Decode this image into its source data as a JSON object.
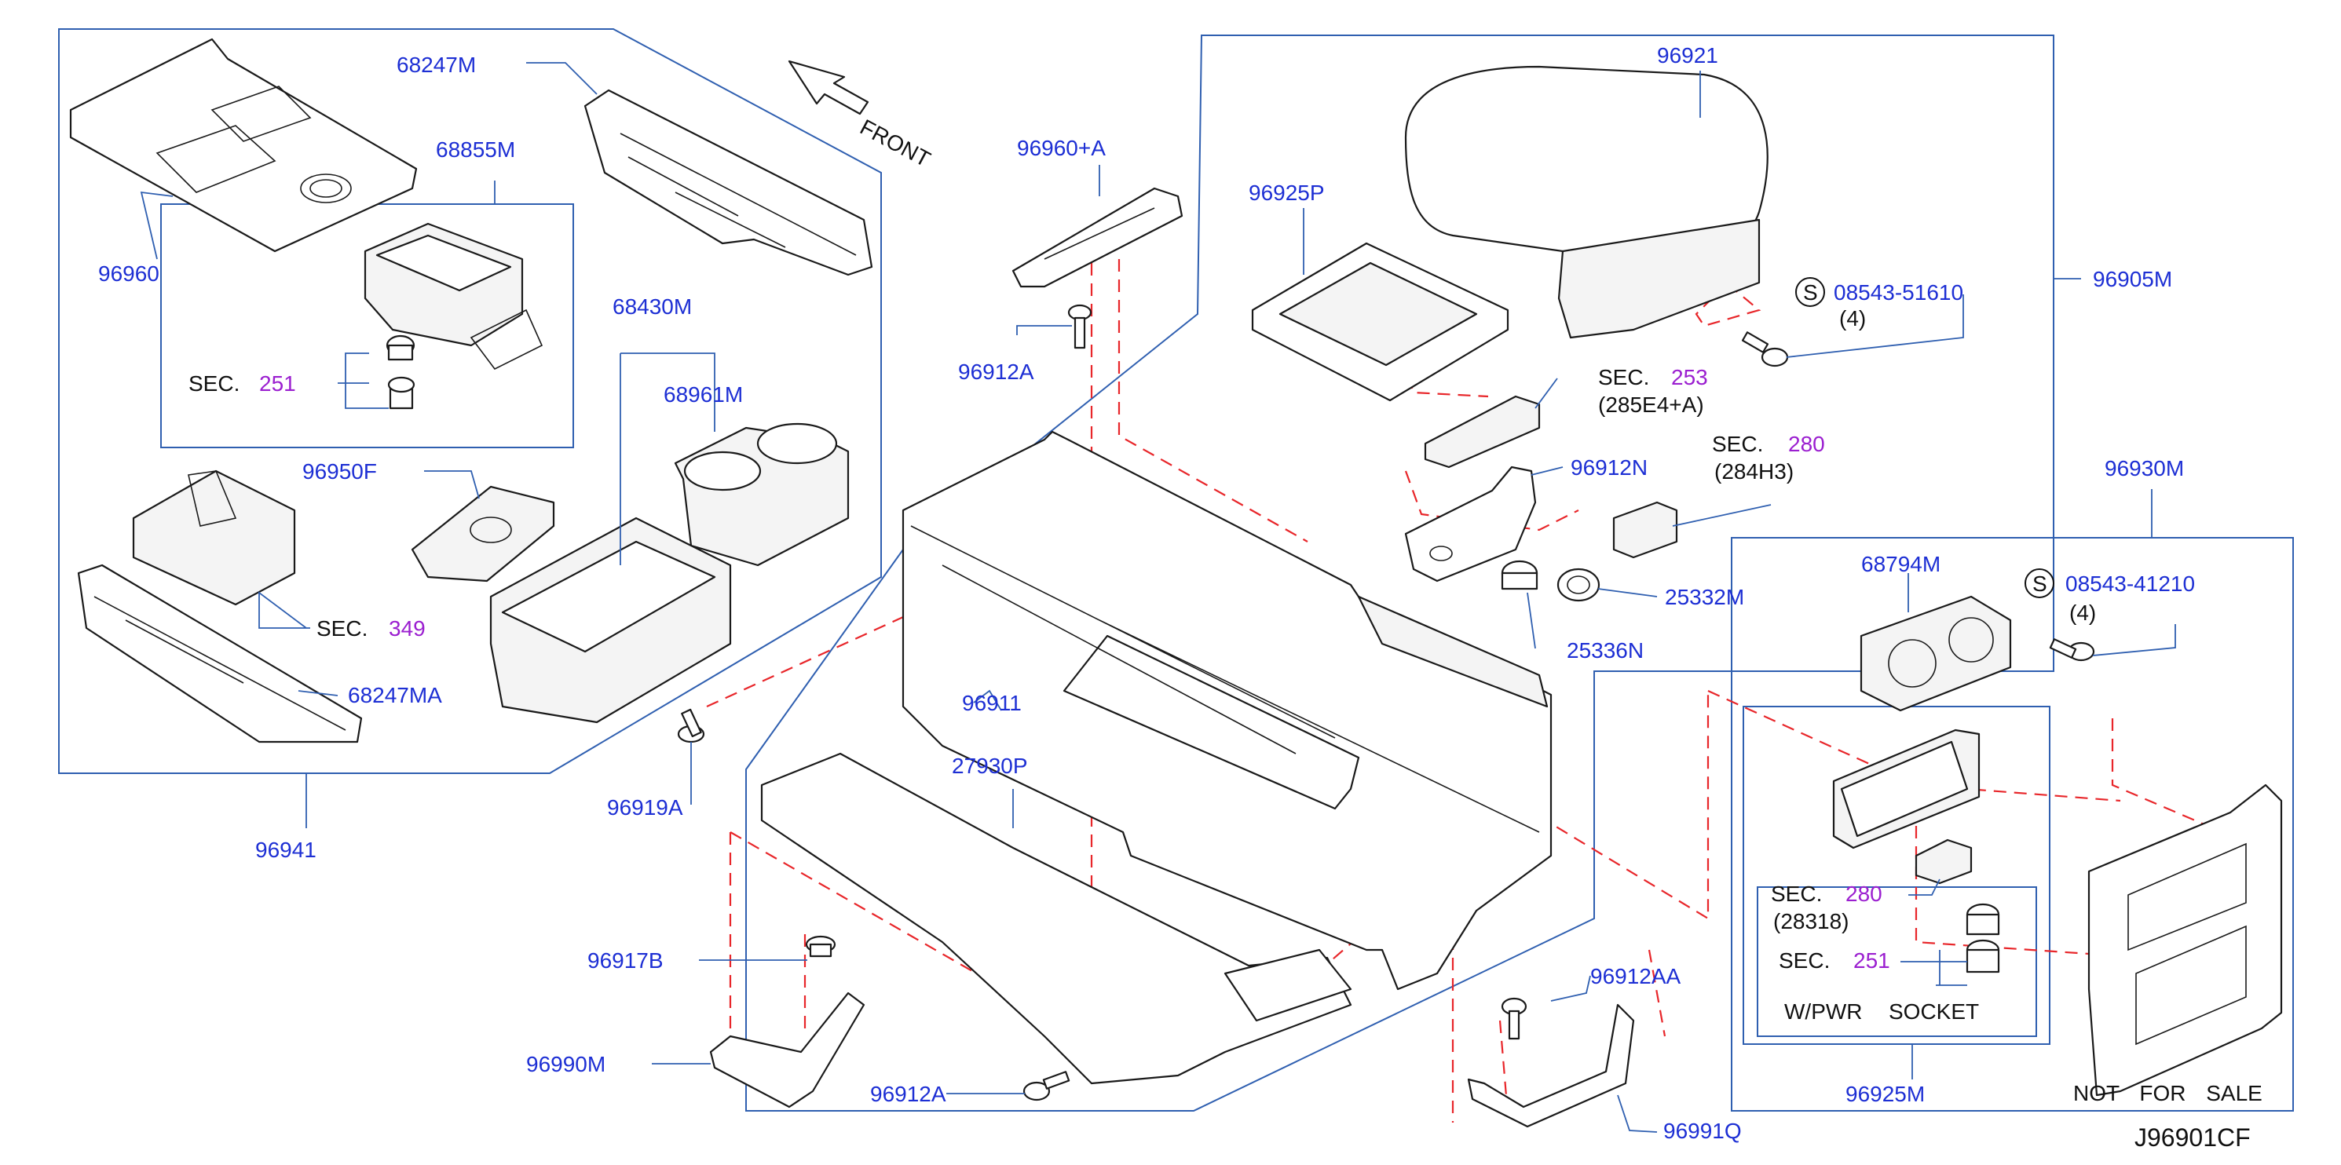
{
  "diagram_id": "J96901CF",
  "front_label": "FRONT",
  "footer_note": "NOT FOR SALE",
  "labels": {
    "p96960": "96960",
    "p68247M": "68247M",
    "p68855M": "68855M",
    "sec251_a": "SEC.",
    "sec251_a_num": "251",
    "p96950F": "96950F",
    "p68430M": "68430M",
    "p68961M": "68961M",
    "sec349": "SEC.",
    "sec349_num": "349",
    "p68247MA": "68247MA",
    "p96941": "96941",
    "p96960A": "96960+A",
    "p96912A_top": "96912A",
    "p96919A": "96919A",
    "p96911": "96911",
    "p27930P": "27930P",
    "p96917B": "96917B",
    "p96990M": "96990M",
    "p96912A_bot": "96912A",
    "p96921": "96921",
    "p96925P": "96925P",
    "s_bolt1": "08543-51610",
    "s_bolt1_qty": "(4)",
    "p96905M": "96905M",
    "sec253": "SEC.",
    "sec253_num": "253",
    "sec253_sub": "(285E4+A)",
    "p96912N": "96912N",
    "sec280_a": "SEC.",
    "sec280_a_num": "280",
    "sec280_a_sub": "(284H3)",
    "p25332M": "25332M",
    "p25336N": "25336N",
    "p96930M": "96930M",
    "p68794M": "68794M",
    "s_bolt2": "08543-41210",
    "s_bolt2_qty": "(4)",
    "sec280_b": "SEC.",
    "sec280_b_num": "280",
    "sec280_b_sub": "(28318)",
    "sec251_b": "SEC.",
    "sec251_b_num": "251",
    "pwr_socket": "W/PWR",
    "pwr_socket2": "SOCKET",
    "p96925M": "96925M",
    "p96912AA": "96912AA",
    "p96991Q": "96991Q",
    "s_symbol": "S"
  },
  "colors": {
    "label_blue": "#1d2fd4",
    "section_purple": "#9b1fd0",
    "frame_blue": "#2f5fb0",
    "dash_red": "#e8262a"
  }
}
